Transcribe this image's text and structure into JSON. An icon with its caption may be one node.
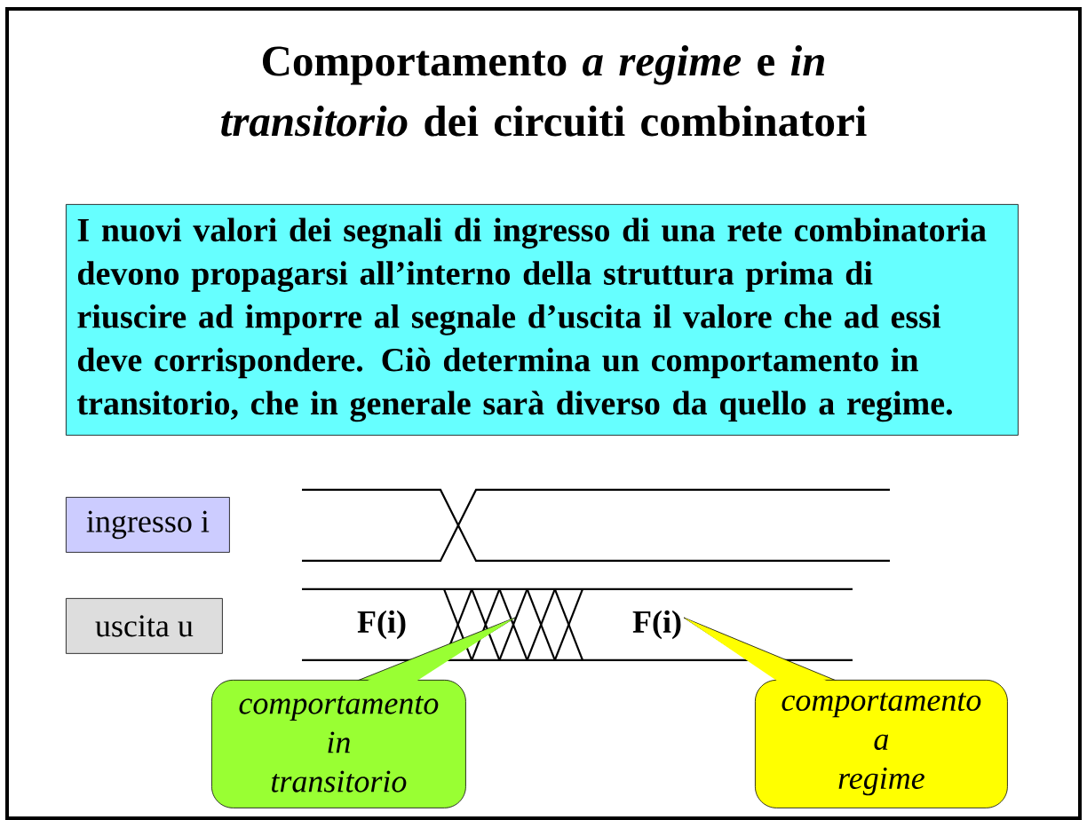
{
  "diagram": {
    "title": "Comportamento *a regime* e *in transitorio* dei circuiti combinatori",
    "nodes": [
      {
        "text": [
          "I nuovi valori dei segnali di ingresso di una rete combinatoria devono propagarsi all’interno della struttura prima di riuscire ad imporre al segnale d’uscita il valore che ad essi deve corrispondere. Ciò determina un comportamento in transitorio, che in generale sarà diverso da quello a regime."
        ]
      },
      {
        "text": [
          "ingresso i"
        ]
      },
      {
        "text": [
          "uscita u"
        ]
      },
      {
        "text": [
          "comportamento in transitorio"
        ]
      },
      {
        "text": [
          "comportamento a regime"
        ]
      }
    ],
    "labels": [
      "F(i)",
      "F(i)"
    ]
  }
}
